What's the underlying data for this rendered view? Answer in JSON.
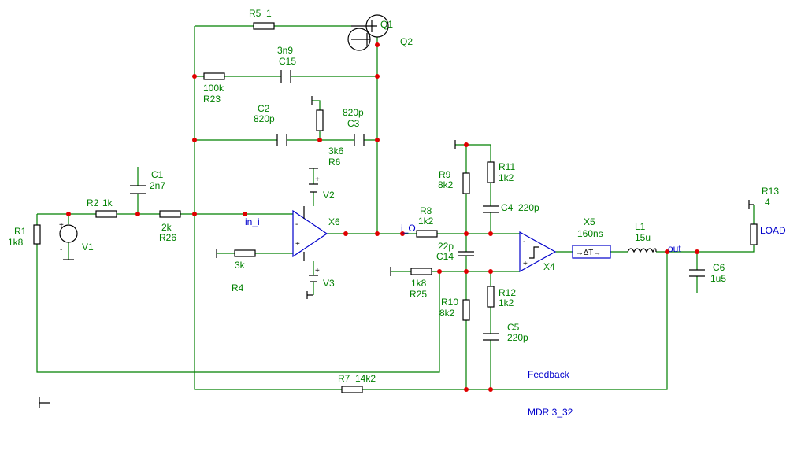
{
  "components": {
    "R1": {
      "name": "R1",
      "value": "1k8"
    },
    "R2": {
      "name": "R2",
      "value": "1k"
    },
    "R26": {
      "name": "R26",
      "value": "2k"
    },
    "R4": {
      "name": "R4",
      "value": "3k"
    },
    "R5": {
      "name": "R5",
      "value": "1"
    },
    "R23": {
      "name": "R23",
      "value": "100k"
    },
    "R6": {
      "name": "R6",
      "value": "3k6"
    },
    "R7": {
      "name": "R7",
      "value": "14k2"
    },
    "R8": {
      "name": "R8",
      "value": "1k2"
    },
    "R9": {
      "name": "R9",
      "value": "8k2"
    },
    "R10": {
      "name": "R10",
      "value": "8k2"
    },
    "R11": {
      "name": "R11",
      "value": "1k2"
    },
    "R12": {
      "name": "R12",
      "value": "1k2"
    },
    "R13": {
      "name": "R13",
      "value": "4"
    },
    "R25": {
      "name": "R25",
      "value": "1k8"
    },
    "C1": {
      "name": "C1",
      "value": "2n7"
    },
    "C2": {
      "name": "C2",
      "value": "820p"
    },
    "C3": {
      "name": "C3",
      "value": "820p"
    },
    "C4": {
      "name": "C4",
      "value": "220p"
    },
    "C5": {
      "name": "C5",
      "value": "220p"
    },
    "C6": {
      "name": "C6",
      "value": "1u5"
    },
    "C14": {
      "name": "C14",
      "value": "22p"
    },
    "C15": {
      "name": "C15",
      "value": "3n9"
    },
    "L1": {
      "name": "L1",
      "value": "15u"
    },
    "X5": {
      "name": "X5",
      "value": "160ns"
    },
    "X4": {
      "name": "X4"
    },
    "X6": {
      "name": "X6"
    },
    "Q1": {
      "name": "Q1"
    },
    "Q2": {
      "name": "Q2"
    },
    "V1": {
      "name": "V1"
    },
    "V2": {
      "name": "V2"
    },
    "V3": {
      "name": "V3"
    },
    "LOAD": {
      "name": "LOAD"
    }
  },
  "nets": {
    "in_i": "in_i",
    "i_o": "i_O",
    "out": "out",
    "feedback": "Feedback",
    "title": "MDR 3_32"
  },
  "symbols": {
    "plus": "+",
    "minus": "-",
    "delay_glyph": "→∆T→"
  },
  "colors": {
    "wire": "#008000",
    "node": "#e00000",
    "component": "#000000",
    "net_label": "#0000cc"
  }
}
